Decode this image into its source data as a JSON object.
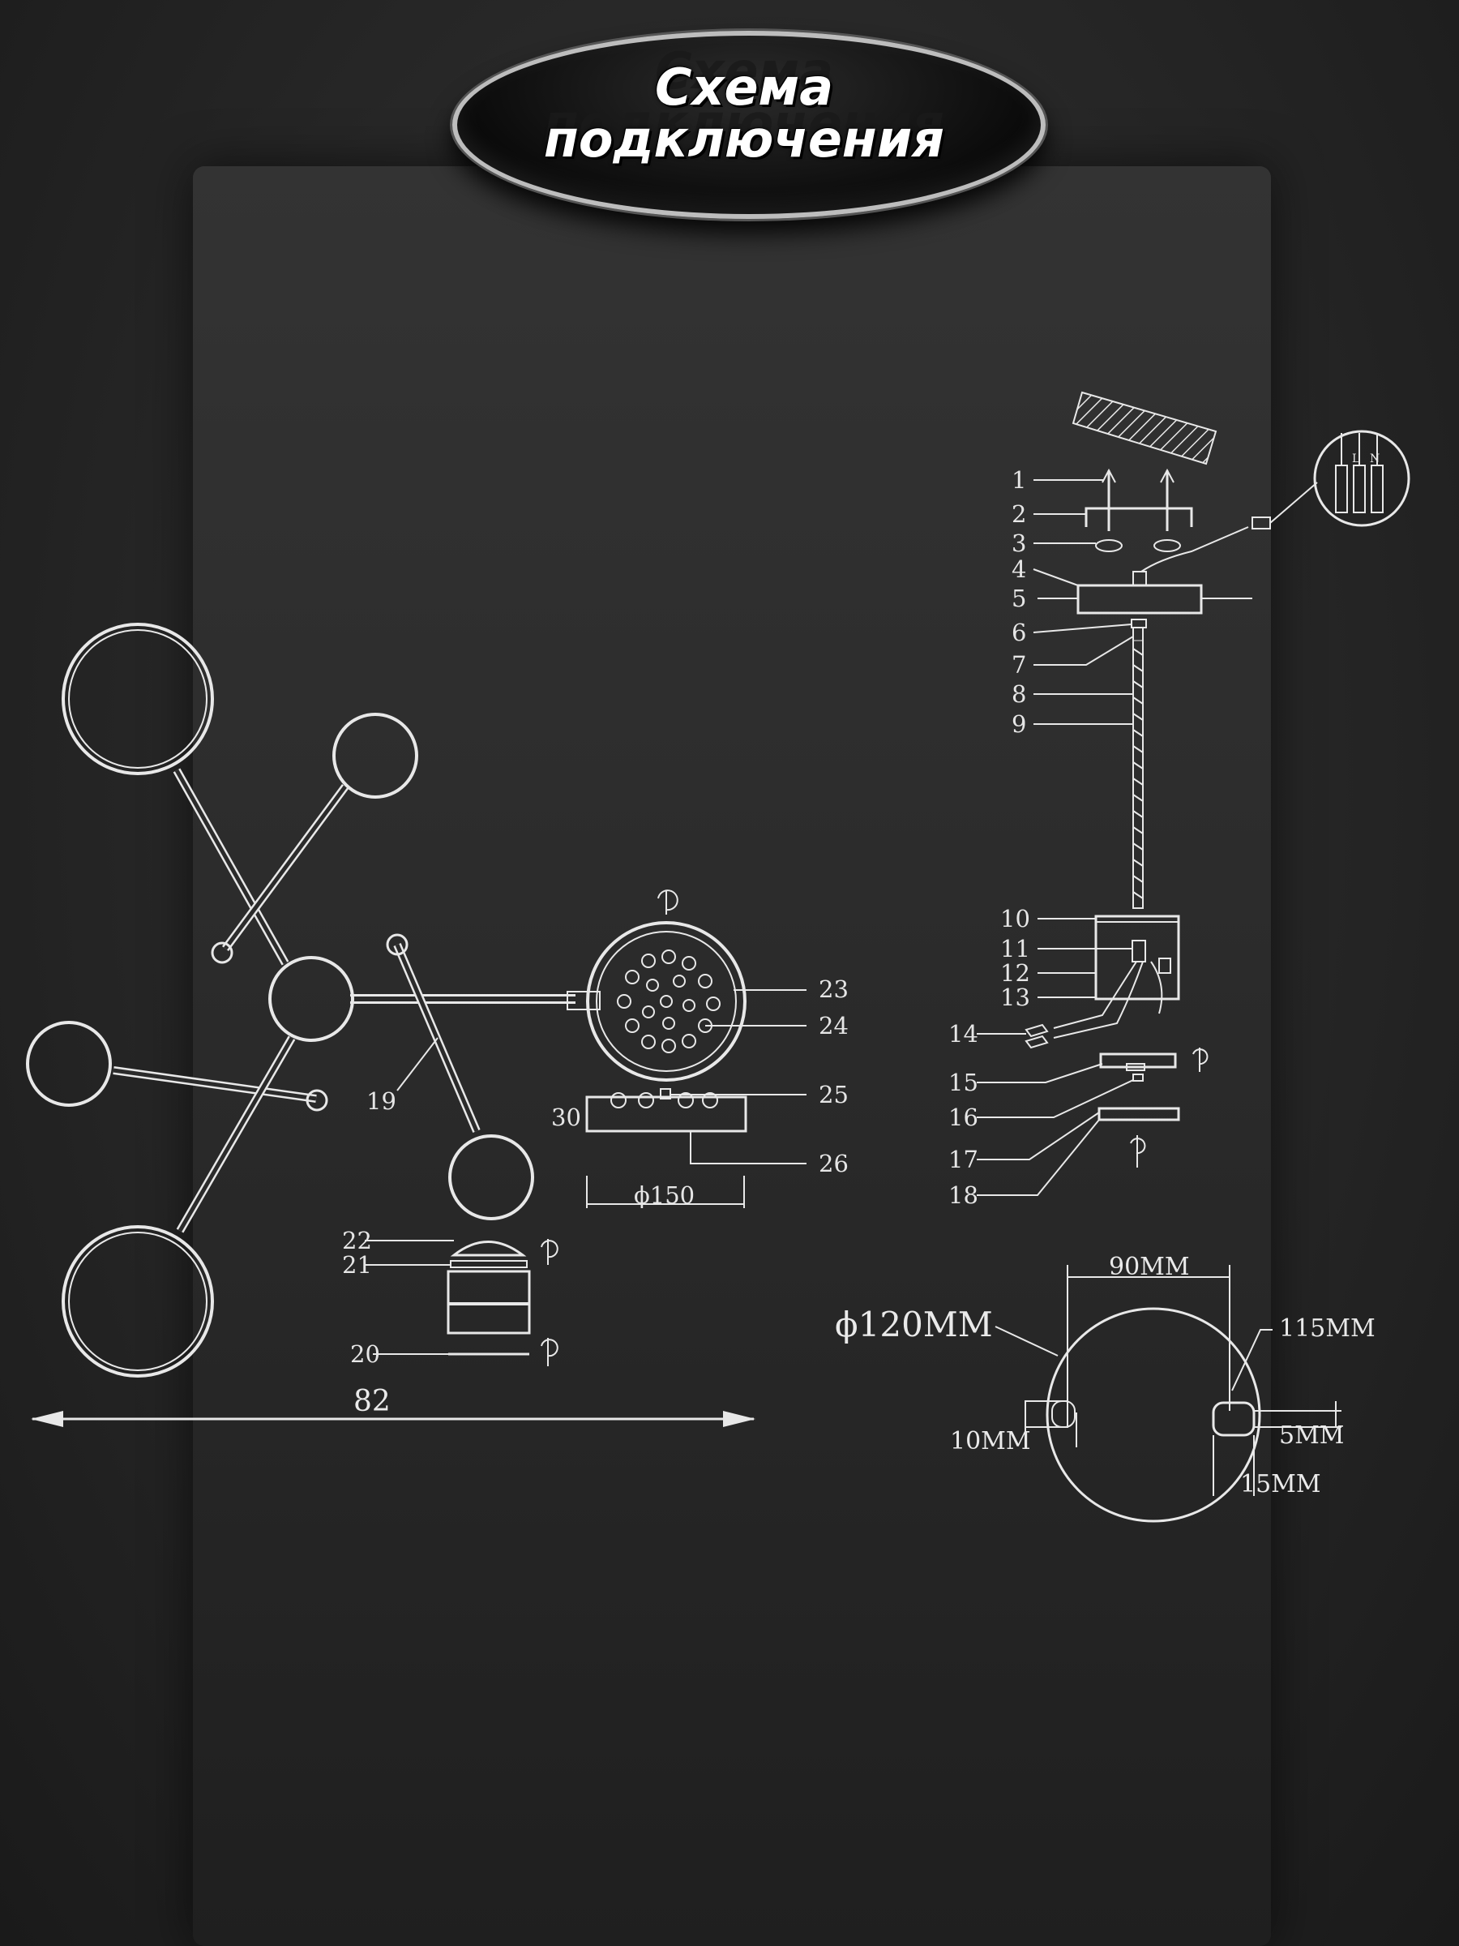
{
  "title": {
    "line1": "Схема",
    "line2": "подключения"
  },
  "parts": {
    "p1": "1",
    "p2": "2",
    "p3": "3",
    "p4": "4",
    "p5": "5",
    "p6": "6",
    "p7": "7",
    "p8": "8",
    "p9": "9",
    "p10": "10",
    "p11": "11",
    "p12": "12",
    "p13": "13",
    "p14": "14",
    "p15": "15",
    "p16": "16",
    "p17": "17",
    "p18": "18",
    "p19": "19",
    "p20": "20",
    "p21": "21",
    "p22": "22",
    "p23": "23",
    "p24": "24",
    "p25": "25",
    "p26": "26",
    "p30": "30"
  },
  "terminal_labels": {
    "l": "L",
    "n": "N"
  },
  "dimensions": {
    "overall_width": "82",
    "base_diameter": "ϕ150",
    "shade_diameter": "ϕ120MM",
    "opening_width": "90MM",
    "height_115": "115MM",
    "dim_10": "10MM",
    "dim_5": "5MM",
    "dim_15": "15MM"
  },
  "colors": {
    "line": "#e8e8e8",
    "background": "#2b2b2b",
    "title_border": "#bdbdbd"
  }
}
